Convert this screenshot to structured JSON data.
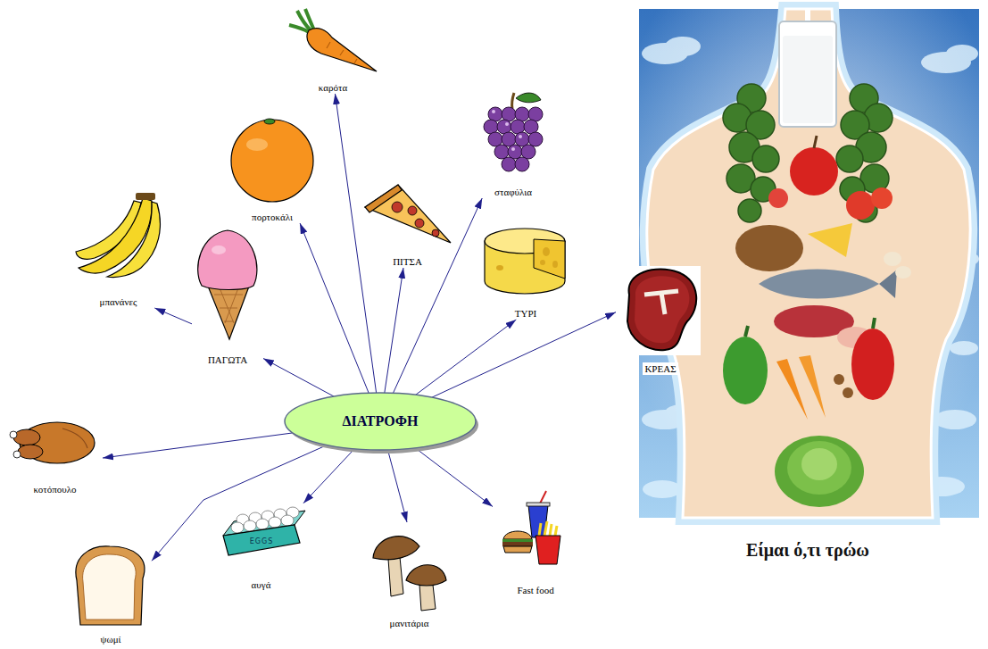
{
  "diagram": {
    "caption": "Είμαι ό,τι τρώω",
    "nodes": [
      {
        "text": [
          "ΔΙΑΤΡΟΦΗ"
        ]
      },
      {
        "text": [
          "καρότα"
        ]
      },
      {
        "text": [
          "σταφύλια"
        ]
      },
      {
        "text": [
          "πορτοκάλι"
        ]
      },
      {
        "text": [
          "ΠΙΤΣΑ"
        ]
      },
      {
        "text": [
          "ΤΥΡΙ"
        ]
      },
      {
        "text": [
          "μπανάνες"
        ]
      },
      {
        "text": [
          "ΚΡΕΑΣ"
        ]
      },
      {
        "text": [
          "ΠΑΓΩΤΑ"
        ]
      },
      {
        "text": [
          "κοτόπουλο"
        ]
      },
      {
        "text": [
          "ψωμί"
        ]
      },
      {
        "text": [
          "αυγά"
        ]
      },
      {
        "text": [
          "μανιτάρια"
        ]
      },
      {
        "text": [
          "Fast food"
        ]
      }
    ],
    "edges": [
      {
        "from": 0,
        "to": 1,
        "arrow": "to"
      },
      {
        "from": 0,
        "to": 2,
        "arrow": "to"
      },
      {
        "from": 0,
        "to": 3,
        "arrow": "to"
      },
      {
        "from": 0,
        "to": 4,
        "arrow": "to"
      },
      {
        "from": 0,
        "to": 5,
        "arrow": "to"
      },
      {
        "from": 0,
        "to": 7,
        "arrow": "to"
      },
      {
        "from": 0,
        "to": 8,
        "arrow": "to"
      },
      {
        "from": 8,
        "to": 6,
        "arrow": "to"
      },
      {
        "from": 0,
        "to": 9,
        "arrow": "to"
      },
      {
        "from": 0,
        "to": 10,
        "arrow": "to"
      },
      {
        "from": 0,
        "to": 11,
        "arrow": "to"
      },
      {
        "from": 0,
        "to": 12,
        "arrow": "to"
      },
      {
        "from": 0,
        "to": 13,
        "arrow": "to"
      }
    ],
    "labels": [
      "EGGS"
    ]
  }
}
